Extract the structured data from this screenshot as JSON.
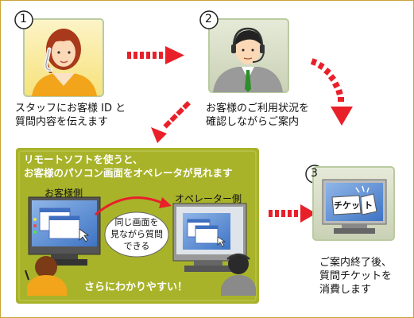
{
  "steps": [
    {
      "number": "1",
      "text": "スタッフにお客様 ID と\n質問内容を伝えます"
    },
    {
      "number": "2",
      "text": "お客様のご利用状況を\n確認しながらご案内"
    },
    {
      "number": "3",
      "text": "ご案内終了後、\n質問チケットを\n消費します"
    }
  ],
  "panel": {
    "title": "リモートソフトを使うと、\nお客様のパソコン画面をオペレータが見れます",
    "customer_tag": "お客様側",
    "operator_tag": "オペレーター側",
    "bubble": "同じ画面を\n見ながら質問\nできる",
    "slogan": "さらにわかりやすい！"
  },
  "ticket": {
    "label_left": "チケッ",
    "label_right": "ト"
  },
  "colors": {
    "panel_green": "#a8b32a",
    "arrow_red": "#e8202a",
    "frame": "#b9cba0"
  }
}
